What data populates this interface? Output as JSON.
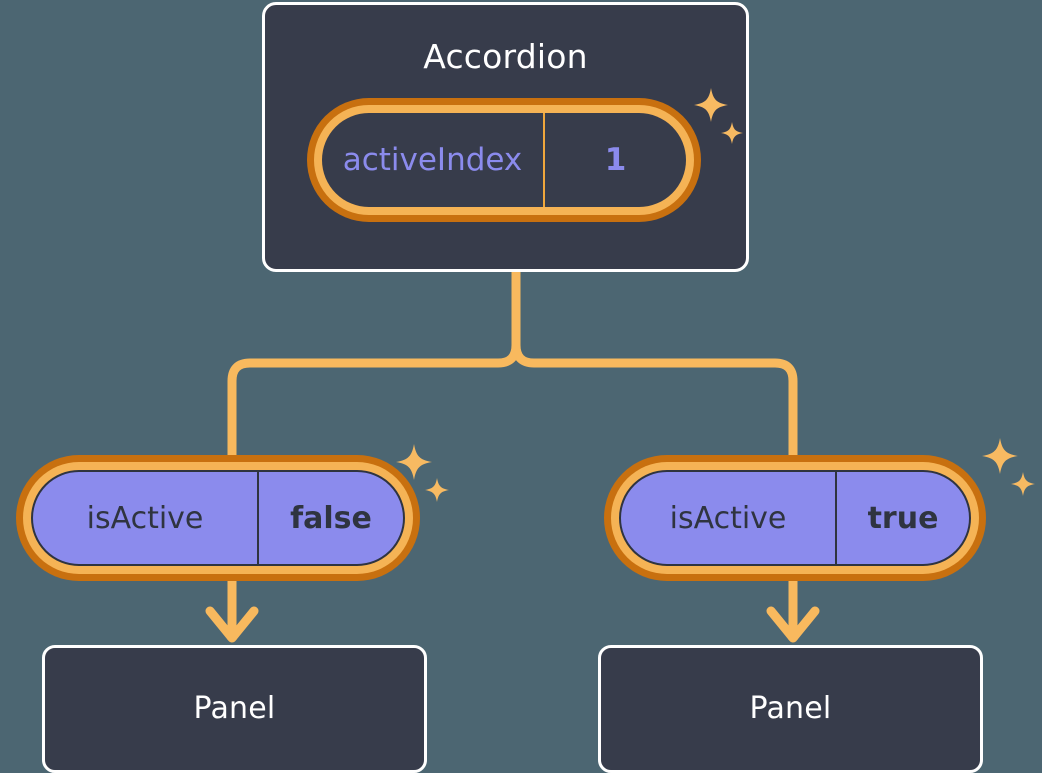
{
  "theme": {
    "background": "#4c6672",
    "node_fill": "#373c4b",
    "node_border": "#ffffff",
    "accent_orange": "#f5b355",
    "accent_orange_dark": "#c8700f",
    "wire_color": "#f8b95e",
    "pill_purple": "#8b8bed",
    "pill_text_dark": "#2f3440",
    "sparkle_color": "#f7ba62"
  },
  "diagram": {
    "type": "component-state-tree",
    "root": {
      "name": "accordion-node",
      "title": "Accordion",
      "state": {
        "key": "activeIndex",
        "value": "1"
      },
      "sparkles": [
        {
          "name": "sparkle-large",
          "size": 30
        },
        {
          "name": "sparkle-small",
          "size": 20
        }
      ]
    },
    "children": [
      {
        "name": "branch-left",
        "state": {
          "key": "isActive",
          "value": "false"
        },
        "panel": {
          "title": "Panel"
        }
      },
      {
        "name": "branch-right",
        "state": {
          "key": "isActive",
          "value": "true"
        },
        "panel": {
          "title": "Panel"
        }
      }
    ]
  }
}
